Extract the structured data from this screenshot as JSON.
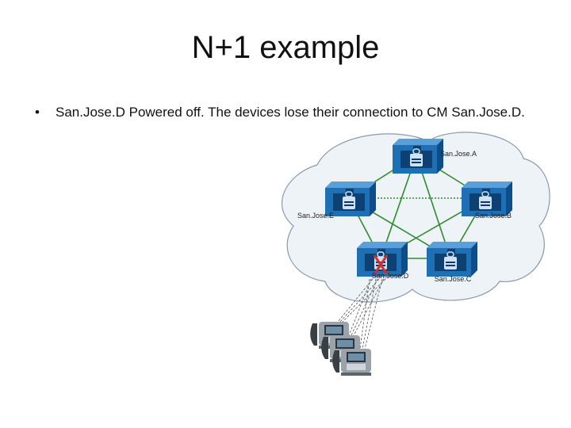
{
  "slide": {
    "title": "N+1 example",
    "bullet": "San.Jose.D Powered off. The devices lose their connection to CM San.Jose.D."
  },
  "diagram": {
    "nodes": [
      {
        "id": "A",
        "label": "San.Jose.A",
        "status": "up"
      },
      {
        "id": "E",
        "label": "San.Jose.E",
        "status": "up"
      },
      {
        "id": "B",
        "label": "San.Jose.B",
        "status": "up"
      },
      {
        "id": "D",
        "label": "San.Jose.D",
        "status": "powered-off"
      },
      {
        "id": "C",
        "label": "San.Jose.C",
        "status": "up"
      }
    ],
    "links": [
      [
        "A",
        "E"
      ],
      [
        "A",
        "B"
      ],
      [
        "A",
        "D"
      ],
      [
        "A",
        "C"
      ],
      [
        "E",
        "B"
      ],
      [
        "E",
        "D"
      ],
      [
        "E",
        "C"
      ],
      [
        "B",
        "D"
      ],
      [
        "B",
        "C"
      ],
      [
        "D",
        "C"
      ]
    ],
    "phone_count": 3,
    "colors": {
      "link": "#2e8b2e",
      "router_face": "#1f6fb5",
      "router_side": "#0d4e8a",
      "failed_mark": "#d03030",
      "cloud_fill": "#eef3f8",
      "cloud_stroke": "#8a9aa8"
    },
    "icons": {
      "server": "cisco-callmanager-icon",
      "phone": "ip-phone-icon",
      "failed": "red-x-icon"
    }
  }
}
